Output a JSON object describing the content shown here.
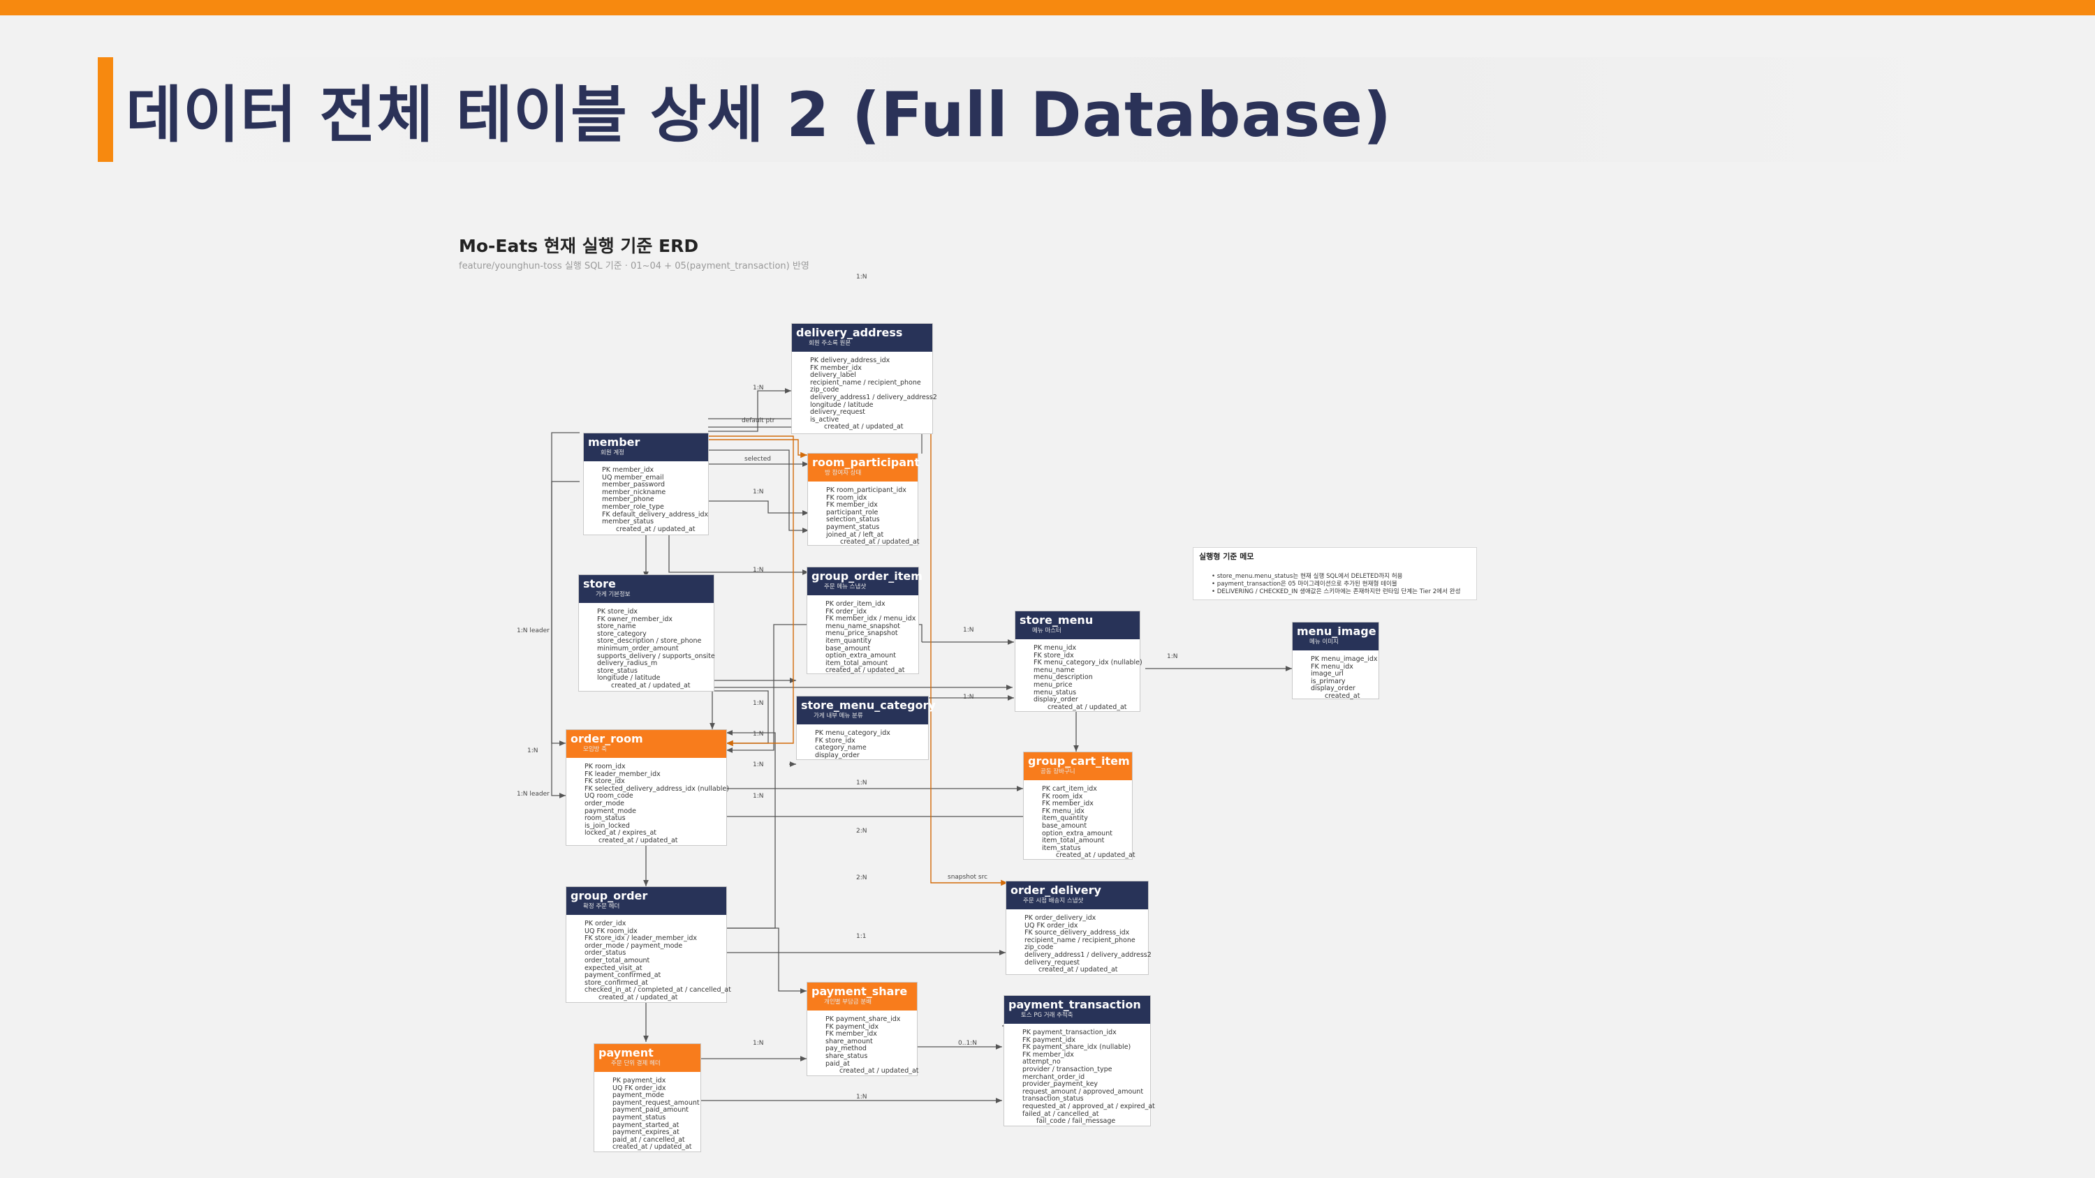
{
  "page_title": "데이터 전체 테이블 상세 2 (Full Database)",
  "erd": {
    "title": "Mo-Eats 현재 실행 기준 ERD",
    "subtitle": "feature/younghun-toss 실행 SQL 기준 · 01~04 + 05(payment_transaction) 반영"
  },
  "colors": {
    "accent": "#f7890f",
    "header_navy": "#283358",
    "header_orange": "#f87c1c",
    "title_text": "#2b3258",
    "link_gray": "#555555",
    "link_orange": "#d26a08"
  },
  "tables": {
    "delivery_address": {
      "name": "delivery_address",
      "subtitle": "회원 주소록 원본",
      "fields": [
        "PK delivery_address_idx",
        "FK member_idx",
        "delivery_label",
        "recipient_name / recipient_phone",
        "zip_code",
        "delivery_address1 / delivery_address2",
        "longitude / latitude",
        "delivery_request",
        "is_active",
        "created_at / updated_at"
      ]
    },
    "member": {
      "name": "member",
      "subtitle": "회원 계정",
      "fields": [
        "PK member_idx",
        "UQ member_email",
        "member_password",
        "member_nickname",
        "member_phone",
        "member_role_type",
        "FK default_delivery_address_idx",
        "member_status",
        "created_at / updated_at"
      ]
    },
    "room_participant": {
      "name": "room_participant",
      "subtitle": "방 참여자 상태",
      "fields": [
        "PK room_participant_idx",
        "FK room_idx",
        "FK member_idx",
        "participant_role",
        "selection_status",
        "payment_status",
        "joined_at / left_at",
        "created_at / updated_at"
      ]
    },
    "store": {
      "name": "store",
      "subtitle": "가게 기본정보",
      "fields": [
        "PK store_idx",
        "FK owner_member_idx",
        "store_name",
        "store_category",
        "store_description / store_phone",
        "minimum_order_amount",
        "supports_delivery / supports_onsite",
        "delivery_radius_m",
        "store_status",
        "longitude / latitude",
        "created_at / updated_at"
      ]
    },
    "group_order_item": {
      "name": "group_order_item",
      "subtitle": "주문 메뉴 스냅샷",
      "fields": [
        "PK order_item_idx",
        "FK order_idx",
        "FK member_idx / menu_idx",
        "menu_name_snapshot",
        "menu_price_snapshot",
        "item_quantity",
        "base_amount",
        "option_extra_amount",
        "item_total_amount",
        "created_at / updated_at"
      ]
    },
    "store_menu": {
      "name": "store_menu",
      "subtitle": "메뉴 마스터",
      "fields": [
        "PK menu_idx",
        "FK store_idx",
        "FK menu_category_idx (nullable)",
        "menu_name",
        "menu_description",
        "menu_price",
        "menu_status",
        "display_order",
        "created_at / updated_at"
      ]
    },
    "menu_image": {
      "name": "menu_image",
      "subtitle": "메뉴 이미지",
      "fields": [
        "PK menu_image_idx",
        "FK menu_idx",
        "image_url",
        "is_primary",
        "display_order",
        "created_at"
      ]
    },
    "store_menu_category": {
      "name": "store_menu_category",
      "subtitle": "가게 내부 메뉴 분류",
      "fields": [
        "PK menu_category_idx",
        "FK store_idx",
        "category_name",
        "display_order"
      ]
    },
    "order_room": {
      "name": "order_room",
      "subtitle": "모임방 축",
      "fields": [
        "PK room_idx",
        "FK leader_member_idx",
        "FK store_idx",
        "FK selected_delivery_address_idx (nullable)",
        "UQ room_code",
        "order_mode",
        "payment_mode",
        "room_status",
        "is_join_locked",
        "locked_at / expires_at",
        "created_at / updated_at"
      ]
    },
    "group_cart_item": {
      "name": "group_cart_item",
      "subtitle": "공동 장바구니",
      "fields": [
        "PK cart_item_idx",
        "FK room_idx",
        "FK member_idx",
        "FK menu_idx",
        "item_quantity",
        "base_amount",
        "option_extra_amount",
        "item_total_amount",
        "item_status",
        "created_at / updated_at"
      ]
    },
    "group_order": {
      "name": "group_order",
      "subtitle": "확정 주문 헤더",
      "fields": [
        "PK order_idx",
        "UQ FK room_idx",
        "FK store_idx / leader_member_idx",
        "order_mode / payment_mode",
        "order_status",
        "order_total_amount",
        "expected_visit_at",
        "payment_confirmed_at",
        "store_confirmed_at",
        "checked_in_at / completed_at / cancelled_at",
        "created_at / updated_at"
      ]
    },
    "order_delivery": {
      "name": "order_delivery",
      "subtitle": "주문 시점 배송지 스냅샷",
      "fields": [
        "PK order_delivery_idx",
        "UQ FK order_idx",
        "FK source_delivery_address_idx",
        "recipient_name / recipient_phone",
        "zip_code",
        "delivery_address1 / delivery_address2",
        "delivery_request",
        "created_at / updated_at"
      ]
    },
    "payment_share": {
      "name": "payment_share",
      "subtitle": "개인별 부담금 분배",
      "fields": [
        "PK payment_share_idx",
        "FK payment_idx",
        "FK member_idx",
        "share_amount",
        "pay_method",
        "share_status",
        "paid_at",
        "created_at / updated_at"
      ]
    },
    "payment_transaction": {
      "name": "payment_transaction",
      "subtitle": "토스 PG 거래 추적축",
      "fields": [
        "PK payment_transaction_idx",
        "FK payment_idx",
        "FK payment_share_idx (nullable)",
        "FK member_idx",
        "attempt_no",
        "provider / transaction_type",
        "merchant_order_id",
        "provider_payment_key",
        "request_amount / approved_amount",
        "transaction_status",
        "requested_at / approved_at / expired_at",
        "failed_at / cancelled_at",
        "fail_code / fail_message"
      ]
    },
    "payment": {
      "name": "payment",
      "subtitle": "주문 단위 결제 헤더",
      "fields": [
        "PK payment_idx",
        "UQ FK order_idx",
        "payment_mode",
        "payment_request_amount",
        "payment_paid_amount",
        "payment_status",
        "payment_started_at",
        "payment_expires_at",
        "paid_at / cancelled_at",
        "created_at / updated_at"
      ]
    }
  },
  "edge_labels": {
    "top": "1:N",
    "e1": "1:N",
    "default_ptr": "default ptr",
    "selected": "selected",
    "e2": "1:N",
    "e3": "1:N",
    "leader1": "1:N leader",
    "store_menu_n": "1:N",
    "store_menu_image": "1:N",
    "category_n": "1:N",
    "e4": "1:N",
    "e5": "1:N",
    "room_left": "1:N",
    "e6": "1:N",
    "leader2": "1:N leader",
    "e7": "1:N",
    "e8": "1:N",
    "e9": "2:N",
    "e10": "2:N",
    "snapshot": "snapshot src",
    "one_one": "1:1",
    "share_n": "1:N",
    "tx_opt": "0..1:N",
    "pay_tx": "1:N"
  },
  "memo": {
    "title": "실행형 기준 메모",
    "lines": [
      "• store_menu.menu_status는 현재 실행 SQL에서 DELETED까지 허용",
      "• payment_transaction은 05 마이그레이션으로 추가된 현재형 테이블",
      "• DELIVERING / CHECKED_IN 생애값은 스키마에는 존재하지만 런타임 단계는 Tier 2에서 완성"
    ]
  }
}
